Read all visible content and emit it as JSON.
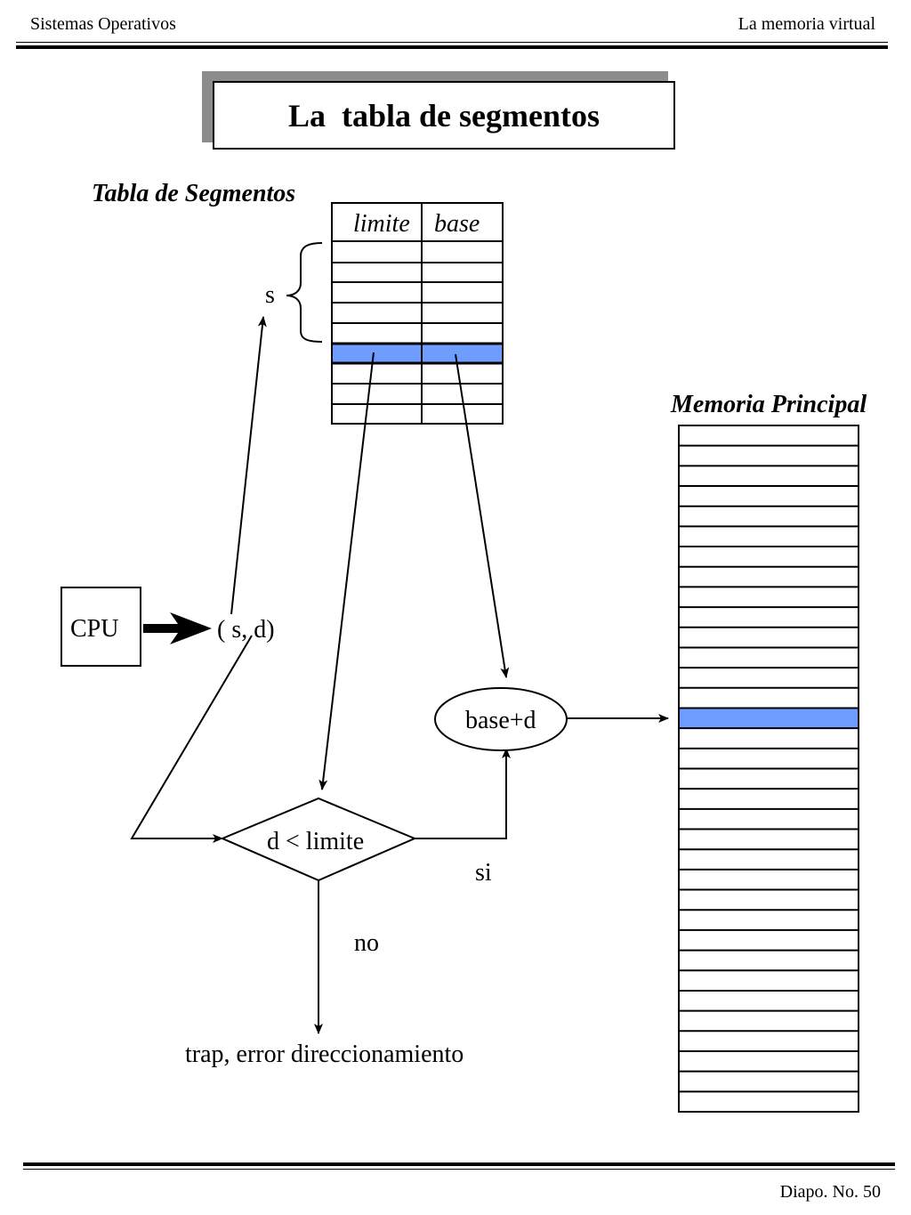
{
  "header": {
    "left": "Sistemas Operativos",
    "right": "La memoria virtual"
  },
  "title": "La  tabla de segmentos",
  "segment_table": {
    "heading": "Tabla de Segmentos",
    "col_limit": "limite",
    "col_base": "base",
    "brace_label": "s"
  },
  "memory": {
    "heading": "Memoria Principal"
  },
  "flow": {
    "cpu": "CPU",
    "address": "( s, d)",
    "adder": "base+d",
    "decision": "d < limite",
    "yes": "si",
    "no": "no",
    "trap": "trap, error direccionamiento"
  },
  "footer": "Diapo. No. 50",
  "colors": {
    "highlight": "#6f9cff",
    "shadow": "#8c8c8c",
    "line": "#000000"
  }
}
